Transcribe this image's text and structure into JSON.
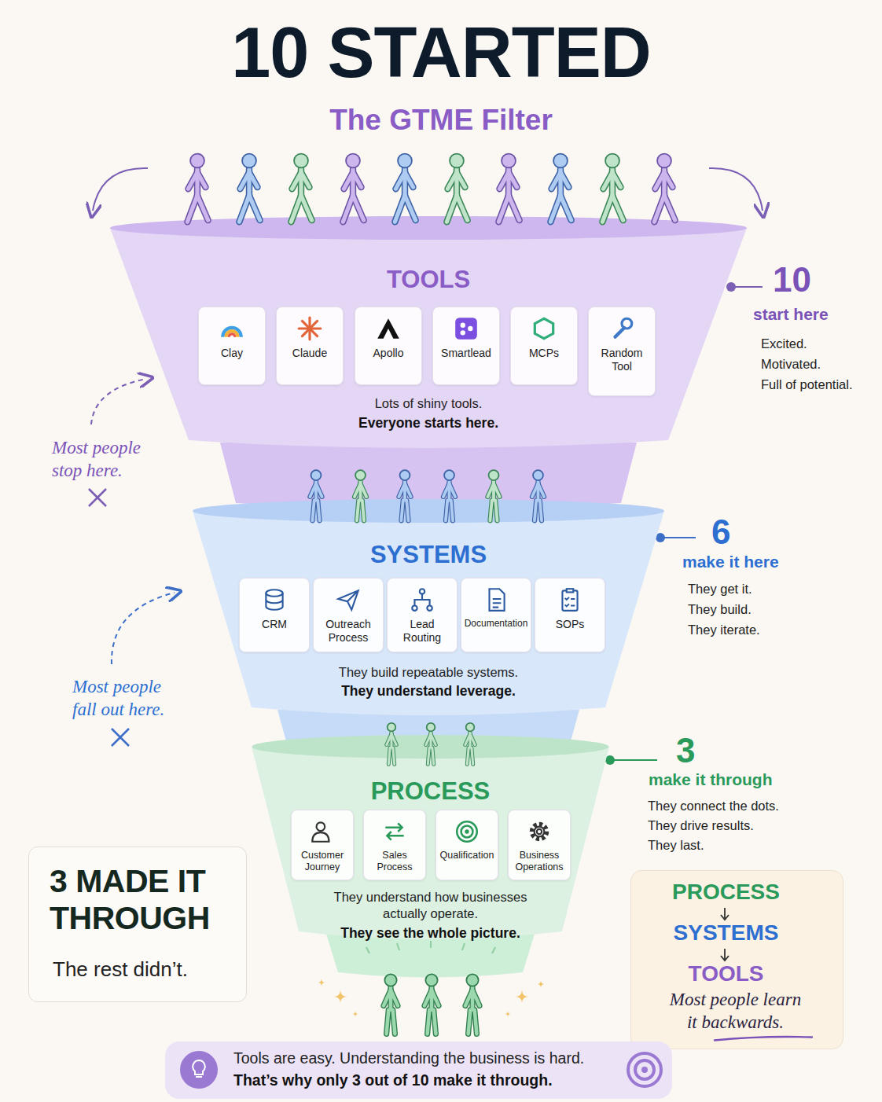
{
  "diagram": {
    "title": "10 STARTED",
    "nodes": [
      {
        "text": [
          "TOOLS",
          "Lots of shiny tools.",
          "Everyone starts here."
        ]
      },
      {
        "text": [
          "Clay"
        ],
        "in": 0
      },
      {
        "text": [
          "Claude"
        ],
        "in": 0
      },
      {
        "text": [
          "Apollo"
        ],
        "in": 0
      },
      {
        "text": [
          "Smartlead"
        ],
        "in": 0
      },
      {
        "text": [
          "MCPs"
        ],
        "in": 0
      },
      {
        "text": [
          "Random Tool"
        ],
        "in": 0
      },
      {
        "text": [
          "SYSTEMS",
          "They build repeatable systems.",
          "They understand leverage."
        ]
      },
      {
        "text": [
          "CRM"
        ],
        "in": 7
      },
      {
        "text": [
          "Outreach Process"
        ],
        "in": 7
      },
      {
        "text": [
          "Lead Routing"
        ],
        "in": 7
      },
      {
        "text": [
          "Documentation"
        ],
        "in": 7
      },
      {
        "text": [
          "SOPs"
        ],
        "in": 7
      },
      {
        "text": [
          "PROCESS",
          "They understand how businesses actually operate.",
          "They see the whole picture."
        ]
      },
      {
        "text": [
          "Customer Journey"
        ],
        "in": 13
      },
      {
        "text": [
          "Sales Process"
        ],
        "in": 13
      },
      {
        "text": [
          "Qualification"
        ],
        "in": 13
      },
      {
        "text": [
          "Business Operations"
        ],
        "in": 13
      },
      {
        "text": [
          "3 MADE IT THROUGH",
          "The rest didn’t."
        ]
      },
      {
        "text": [
          "PROCESS",
          "SYSTEMS",
          "TOOLS",
          "Most people learn it backwards."
        ]
      },
      {
        "text": [
          "Tools are easy. Understanding the business is hard.",
          "That’s why only 3 out of 10 make it through."
        ]
      }
    ],
    "labels": [
      "The GTME Filter",
      "10",
      "start here",
      "Excited.",
      "Motivated.",
      "Full of potential.",
      "6",
      "make it here",
      "They get it.",
      "They build.",
      "They iterate.",
      "3",
      "make it through",
      "They connect the dots.",
      "They drive results.",
      "They last.",
      "Most people stop here.",
      "Most people fall out here."
    ]
  }
}
